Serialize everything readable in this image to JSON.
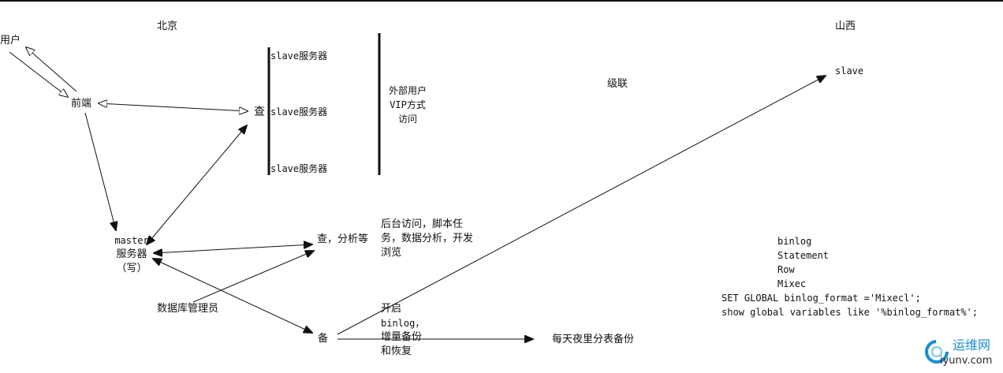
{
  "regions": {
    "beijing": "北京",
    "shanxi": "山西"
  },
  "nodes": {
    "user": "用户",
    "frontend": "前端",
    "slave_servers": [
      "slave服务器",
      "slave服务器",
      "slave服务器"
    ],
    "query": "查",
    "external_access": [
      "外部用户",
      "VIP方式",
      "访问"
    ],
    "cascade": "级联",
    "remote_slave": "slave",
    "master": [
      "master",
      "服务器",
      "（写）"
    ],
    "query_analysis": "查，分析等",
    "backend_access": [
      "后台访问，脚本任",
      "务，数据分析，开发",
      "浏览"
    ],
    "dba": "数据库管理员",
    "backup": "备",
    "backup_notes": [
      "开启",
      "binlog，",
      "增量备份",
      "和恢复"
    ],
    "nightly_backup": "每天夜里分表备份"
  },
  "binlog_notes": {
    "lines": [
      "binlog",
      "Statement",
      "Row",
      "Mixec"
    ],
    "sql": [
      "SET GLOBAL binlog_format ='Mixecl';",
      "show global variables like '%binlog_format%';"
    ]
  },
  "watermark": {
    "cn": "运维网",
    "url": "iyunv.com"
  },
  "colors": {
    "line": "#111111",
    "watermark": "#1a8fd0"
  }
}
